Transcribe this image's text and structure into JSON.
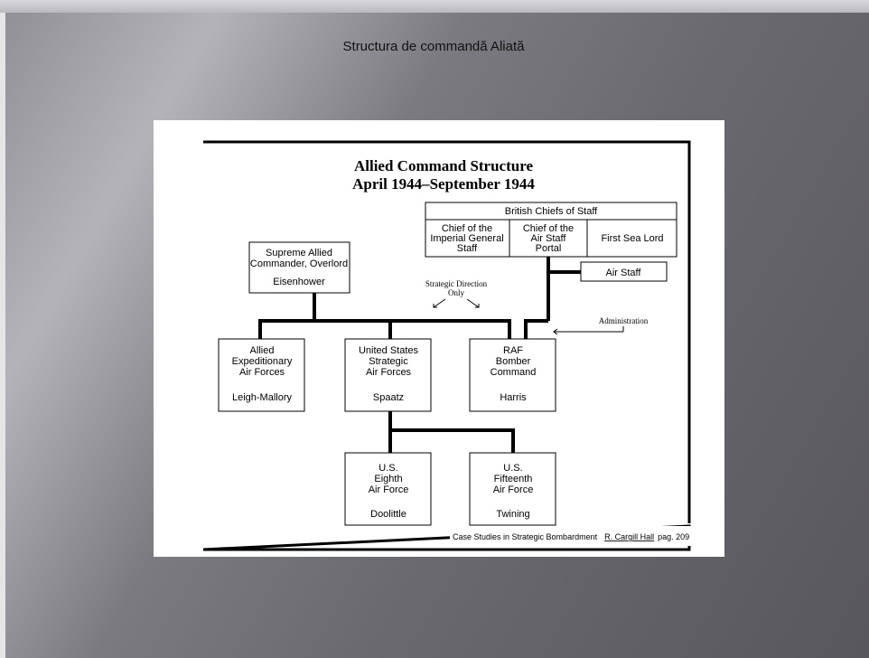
{
  "slide": {
    "title": "Structura de commandă Aliată"
  },
  "diagram": {
    "title_line1": "Allied Command Structure",
    "title_line2": "April 1944–September 1944",
    "british_chiefs": {
      "header": "British Chiefs of Staff",
      "cells": [
        {
          "lines": [
            "Chief of the",
            "Imperial General",
            "Staff"
          ]
        },
        {
          "lines": [
            "Chief of the",
            "Air Staff",
            "Portal"
          ]
        },
        {
          "lines": [
            "First Sea Lord"
          ]
        }
      ]
    },
    "air_staff": "Air Staff",
    "supreme": {
      "lines": [
        "Supreme Allied",
        "Commander, Overlord"
      ],
      "name": "Eisenhower"
    },
    "strategic_direction": [
      "Strategic Direction",
      "Only"
    ],
    "administration": "Administration",
    "commands": [
      {
        "lines": [
          "Allied",
          "Expeditionary",
          "Air Forces"
        ],
        "name": "Leigh-Mallory"
      },
      {
        "lines": [
          "United States",
          "Strategic",
          "Air Forces"
        ],
        "name": "Spaatz"
      },
      {
        "lines": [
          "RAF",
          "Bomber",
          "Command"
        ],
        "name": "Harris"
      }
    ],
    "sub_commands": [
      {
        "lines": [
          "U.S.",
          "Eighth",
          "Air Force"
        ],
        "name": "Doolittle"
      },
      {
        "lines": [
          "U.S.",
          "Fifteenth",
          "Air Force"
        ],
        "name": "Twining"
      }
    ],
    "citation": {
      "text": "Case Studies in Strategic Bombardment",
      "author": "R. Cargill Hall",
      "page": "pag. 209"
    }
  }
}
